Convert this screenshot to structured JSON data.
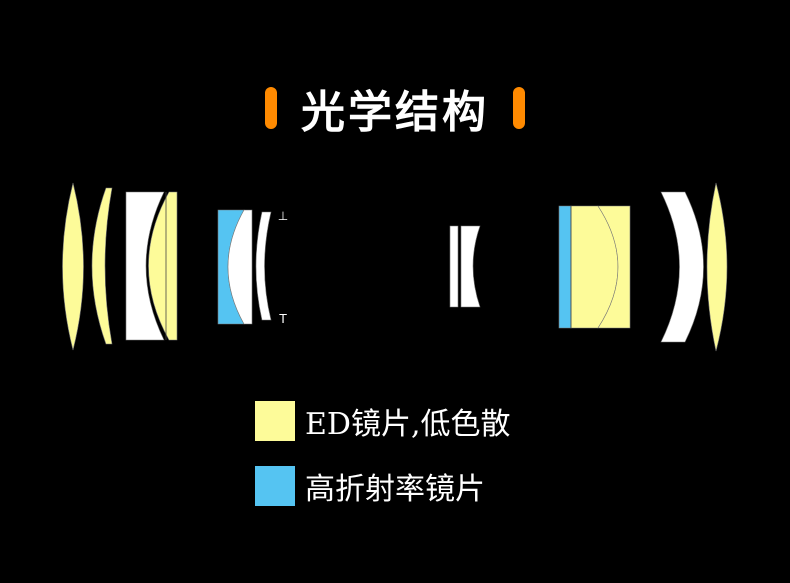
{
  "title": "光学结构",
  "accent_color": "#ff8a00",
  "colors": {
    "ed": "#fdfb99",
    "high_index": "#55c4f2",
    "normal": "#ffffff",
    "background": "#000000"
  },
  "stop_marks": [
    "⊥",
    "T"
  ],
  "legend": [
    {
      "label": "ED镜片,低色散",
      "color": "#fdfb99"
    },
    {
      "label": "高折射率镜片",
      "color": "#55c4f2"
    }
  ]
}
